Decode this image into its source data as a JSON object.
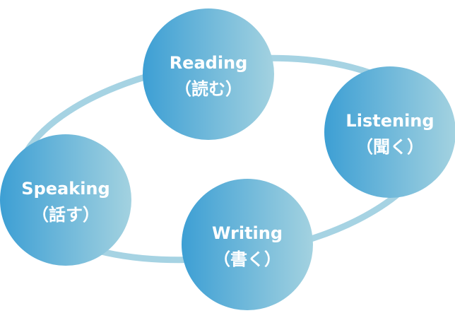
{
  "colors": {
    "ring": "#a6d3e3",
    "circle_left": "#3d9fd4",
    "circle_right": "#a3d2e0",
    "text": "#ffffff"
  },
  "nodes": [
    {
      "id": "reading",
      "title": "Reading",
      "subtitle": "（読む）"
    },
    {
      "id": "listening",
      "title": "Listening",
      "subtitle": "（聞く）"
    },
    {
      "id": "writing",
      "title": "Writing",
      "subtitle": "（書く）"
    },
    {
      "id": "speaking",
      "title": "Speaking",
      "subtitle": "（話す）"
    }
  ]
}
